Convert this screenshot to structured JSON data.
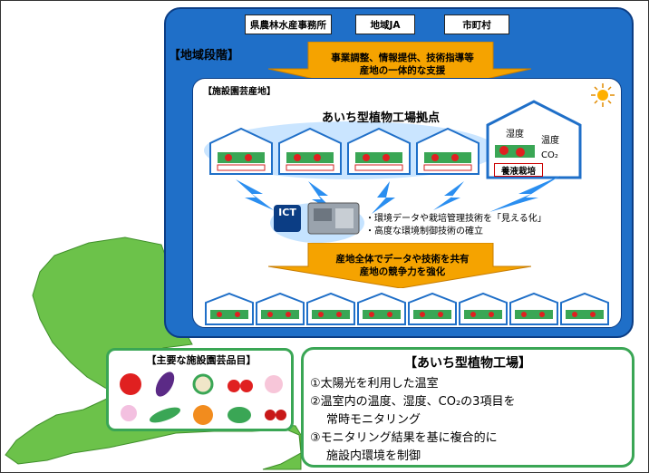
{
  "organizations": [
    "県農林水産事務所",
    "地域JA",
    "市町村"
  ],
  "region_stage": "【地域段階】",
  "support_lines": [
    "事業調整、情報提供、技術指導等",
    "産地の一体的な支援"
  ],
  "greenhouse_area_label": "【施設園芸産地】",
  "base_title": "あいち型植物工場拠点",
  "factory_labels": {
    "humidity": "湿度",
    "temperature": "温度",
    "co2": "CO₂",
    "hydroponics": "養液栽培"
  },
  "ict_label": "ICT",
  "bullets": [
    "・環境データや栽培管理技術を「見える化」",
    "・高度な環境制御技術の確立"
  ],
  "share_lines": [
    "産地全体でデータや技術を共有",
    "産地の競争力を強化"
  ],
  "crops_title": "【主要な施設園芸品目】",
  "factory_title": "【あいち型植物工場】",
  "factory_items": [
    "①太陽光を利用した温室",
    "②温室内の温度、湿度、CO₂の3項目を",
    "常時モニタリング",
    "③モニタリング結果を基に複合的に",
    "施設内環境を制御"
  ],
  "colors": {
    "panel_blue": "#1f6fc8",
    "arrow_orange": "#f5a300",
    "map_green": "#6cc24a",
    "box_green": "#3aa655"
  }
}
